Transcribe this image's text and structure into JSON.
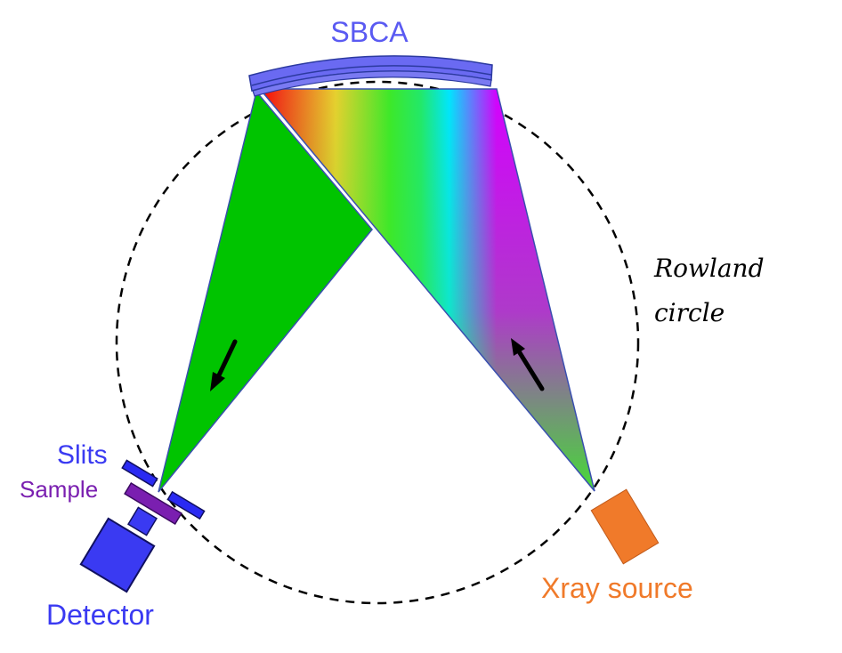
{
  "labels": {
    "sbca": "SBCA",
    "rowland_line1": "Rowland",
    "rowland_line2": "circle",
    "slits": "Slits",
    "sample": "Sample",
    "detector": "Detector",
    "xray_source": "Xray source"
  },
  "colors": {
    "sbca": "#5a5af2",
    "slits": "#3a3af2",
    "sample": "#7a1fb0",
    "detector": "#3a3af2",
    "xray_source": "#f07a2a",
    "green_beam": "#00c400",
    "rowland_circle": "#000000"
  },
  "spectrum_stops": [
    "#ff0000",
    "#e7d02f",
    "#3de82a",
    "#00e5ff",
    "#d400ff"
  ]
}
